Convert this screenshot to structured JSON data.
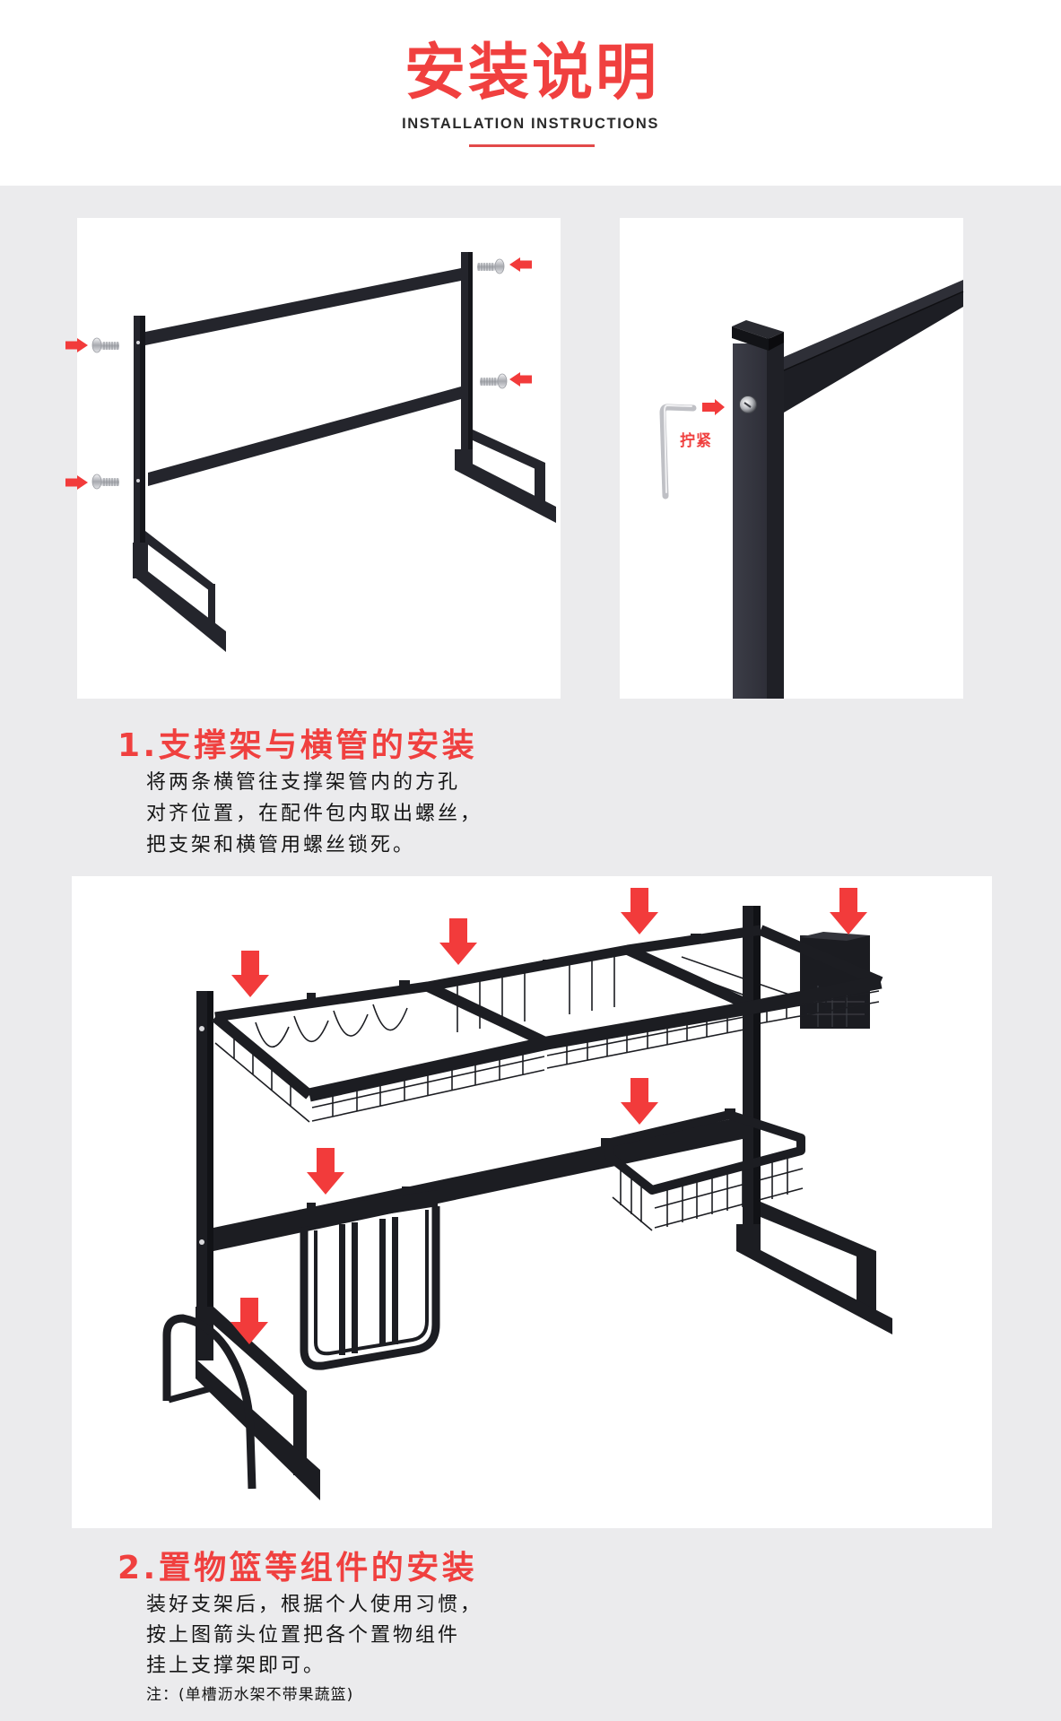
{
  "header": {
    "title": "安装说明",
    "subtitle": "INSTALLATION INSTRUCTIONS"
  },
  "colors": {
    "accent": "#f0403f",
    "arrow": "#f23b3b",
    "page_background": "#ebebed",
    "panel_background": "#ffffff",
    "rack_metal": "#1c1d22",
    "body_text": "#151515"
  },
  "figures": {
    "frame_assembly": {
      "icons": [
        "screw-icon",
        "arrow-right-icon",
        "arrow-left-icon"
      ],
      "screw_count": 4,
      "arrow_count": 4
    },
    "tighten_closeup": {
      "callout": "拧紧",
      "icons": [
        "allen-key-icon",
        "arrow-right-icon",
        "screw-head-icon"
      ]
    },
    "rack_assembly": {
      "icons": [
        "arrow-down-icon"
      ],
      "arrow_count": 7
    }
  },
  "steps": [
    {
      "heading": "1.支撑架与横管的安装",
      "lines": [
        "将两条横管往支撑架管内的方孔",
        "对齐位置，在配件包内取出螺丝，",
        "把支架和横管用螺丝锁死。"
      ]
    },
    {
      "heading": "2.置物篮等组件的安装",
      "lines": [
        "装好支架后，根据个人使用习惯，",
        "按上图箭头位置把各个置物组件",
        "挂上支撑架即可。"
      ],
      "note": "注：(单槽沥水架不带果蔬篮)"
    }
  ]
}
